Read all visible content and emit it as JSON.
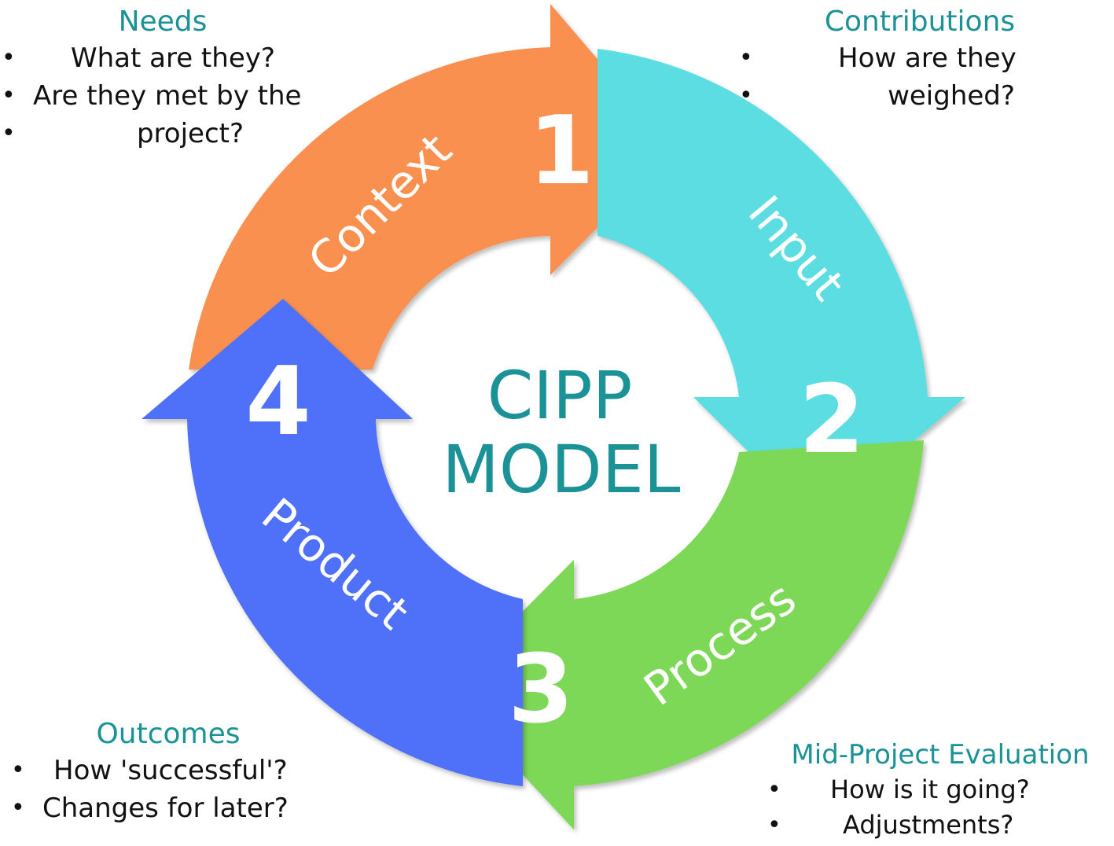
{
  "center": {
    "line1": "CIPP",
    "line2": "MODEL"
  },
  "stages": [
    {
      "number": "1",
      "label": "Context",
      "color": "#f99050"
    },
    {
      "number": "2",
      "label": "Input",
      "color": "#5cdde2"
    },
    {
      "number": "3",
      "label": "Process",
      "color": "#7dd858"
    },
    {
      "number": "4",
      "label": "Product",
      "color": "#5070f8"
    }
  ],
  "notes": {
    "needs": {
      "title": "Needs",
      "items": [
        "What are they?",
        "Are they met by the",
        "project?"
      ]
    },
    "contributions": {
      "title": "Contributions",
      "items": [
        "How are they",
        "weighed?"
      ]
    },
    "outcomes": {
      "title": "Outcomes",
      "items": [
        "How 'successful'?",
        "Changes for later?"
      ]
    },
    "mid_project": {
      "title": "Mid-Project Evaluation",
      "items": [
        "How is it going?",
        "Adjustments?"
      ]
    }
  },
  "colors": {
    "accent_text": "#1a9296",
    "label_text": "#ffffff"
  }
}
